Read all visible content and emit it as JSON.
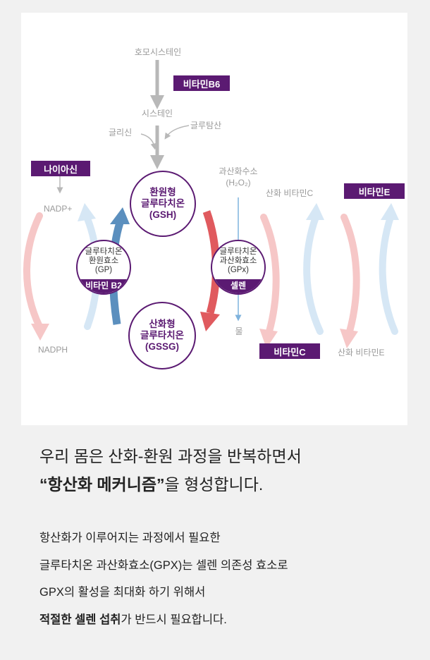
{
  "diagram": {
    "homocysteine": "호모시스테인",
    "vitamin_b6": "비타민B6",
    "cysteine": "시스테인",
    "glycine": "글리신",
    "glutamate": "글루탐산",
    "niacin": "나이아신",
    "nadp_plus": "NADP+",
    "nadph": "NADPH",
    "h2o2_name": "과산화수소",
    "h2o2_formula": "(H₂O₂)",
    "water": "물",
    "oxidized_vitamin_c": "산화 비타민C",
    "vitamin_e": "비타민E",
    "vitamin_c": "비타민C",
    "oxidized_vitamin_e": "산화 비타민E",
    "gsh": {
      "line1": "환원형",
      "line2": "글루타치온",
      "line3": "(GSH)"
    },
    "gssg": {
      "line1": "산화형",
      "line2": "글루타치온",
      "line3": "(GSSG)"
    },
    "gr": {
      "line1": "글루타치온",
      "line2": "환원효소",
      "line3": "(GP)",
      "band": "비타민 B2"
    },
    "gpx": {
      "line1": "글루타치온",
      "line2": "과산화효소",
      "line3": "(GPx)",
      "band": "셀렌"
    }
  },
  "caption": {
    "line1": "우리 몸은 산화-환원 과정을 반복하면서",
    "line2_bold": "“항산화 메커니즘”",
    "line2_rest": "을 형성합니다."
  },
  "body": {
    "line1": "항산화가 이루어지는 과정에서 필요한",
    "line2": "글루타치온 과산화효소(GPX)는 셀렌 의존성 효소로",
    "line3": "GPX의 활성을 최대화 하기 위해서",
    "line4_bold": "적절한 셀렌 섭취",
    "line4_rest": "가 반드시 필요합니다."
  },
  "colors": {
    "purple": "#5b1a72",
    "gray_arrow": "#b8b8b8",
    "blue": "#5b8fbe",
    "light_blue": "#d6e7f5",
    "red": "#e05a5e",
    "light_pink": "#f6c7c7"
  }
}
